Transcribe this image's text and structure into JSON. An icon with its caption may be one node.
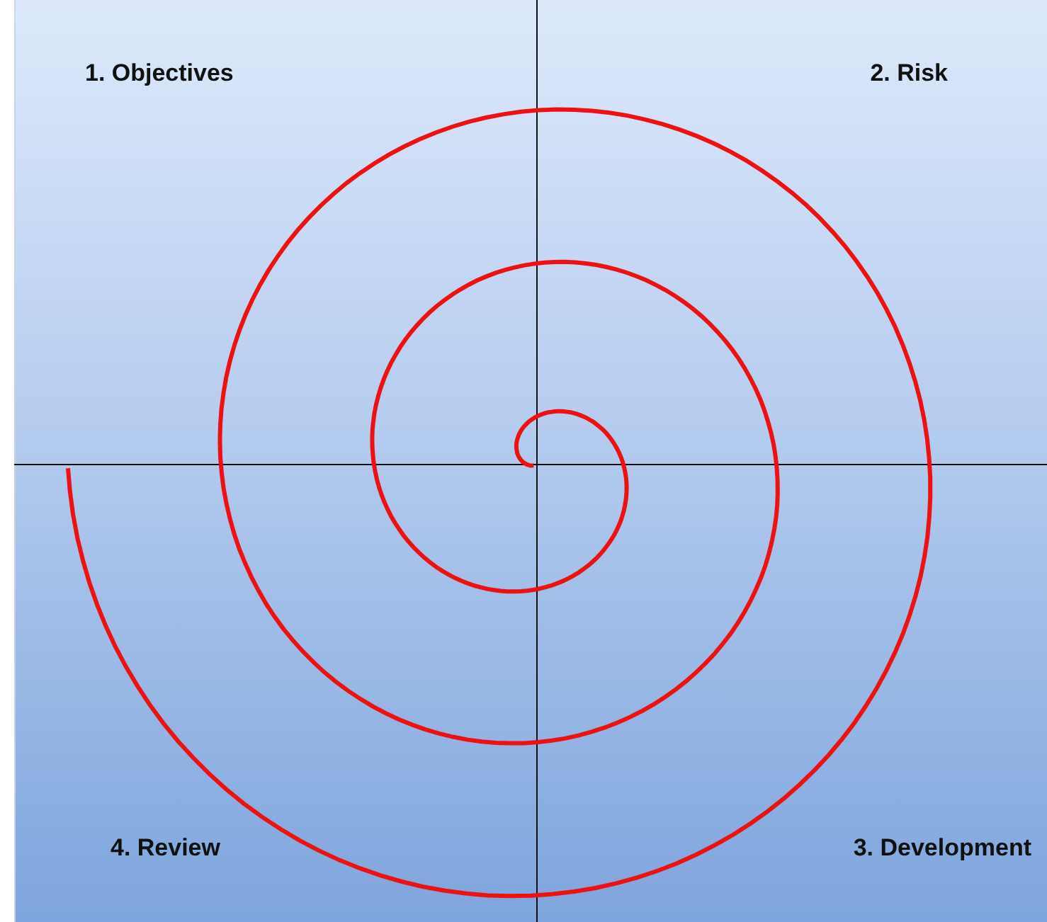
{
  "diagram": {
    "labels": [
      "1. Objectives",
      "2. Risk",
      "3. Development",
      "4. Review"
    ]
  }
}
